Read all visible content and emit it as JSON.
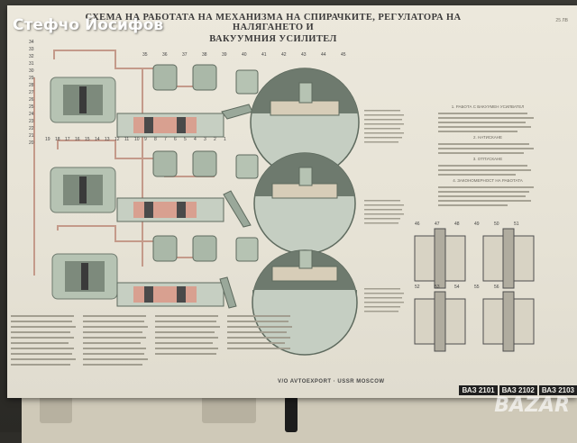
{
  "poster": {
    "title_line1": "СХЕМА НА РАБОТАТА НА МЕХАНИЗМА НА СПИРАЧКИТЕ, РЕГУЛАТОРА НА НАЛЯГАНЕТО И",
    "title_line2": "ВАКУУМНИЯ УСИЛИТЕЛ",
    "footer_brand": "V/O AVTOEXPORT · USSR MOSCOW",
    "models": [
      "ВАЗ 2101",
      "ВАЗ 2102",
      "ВАЗ 2103"
    ],
    "top_right_code": "25 ЛВ"
  },
  "overlay": {
    "watermark": "Стефчо Йосифов",
    "logo": "BAZAR"
  },
  "colors": {
    "paper": "#e8e4d7",
    "diagram_green": "#bcc6b6",
    "diagram_dark": "#6e7a6e",
    "accent_red": "#b86a5a"
  },
  "callout_numbers": [
    "34",
    "33",
    "32",
    "31",
    "30",
    "29",
    "28",
    "27",
    "26",
    "25",
    "24",
    "23",
    "22",
    "21",
    "20",
    "19",
    "18",
    "17",
    "16",
    "15",
    "14",
    "13",
    "12",
    "11",
    "10",
    "9",
    "8",
    "7",
    "6",
    "5",
    "4",
    "3",
    "2",
    "1",
    "35",
    "36",
    "37",
    "38",
    "39",
    "40",
    "41",
    "42",
    "43",
    "44",
    "45",
    "46",
    "47",
    "48",
    "49",
    "50",
    "51",
    "52",
    "53",
    "54",
    "55",
    "56"
  ],
  "section_headings": [
    "1. РАБОТА С ВАКУУМЕН УСИЛВАТЕЛ",
    "2. НАТИСКАНЕ",
    "3. ОТПУСКАНЕ",
    "4. ЗАКОНОМЕРНОСТ НА РАБОТАТА"
  ]
}
